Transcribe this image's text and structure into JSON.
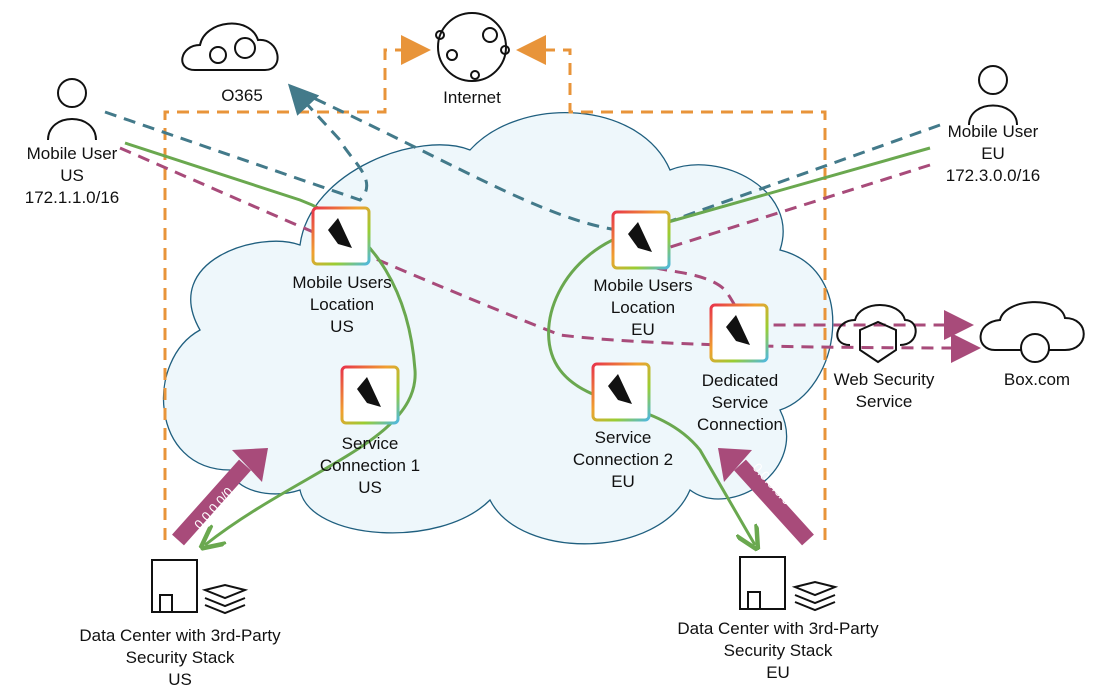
{
  "colors": {
    "internet_path": "#e8943a",
    "o365_path": "#437a8a",
    "web_path": "#a84b7a",
    "dc_path": "#6aa84f",
    "cloud_fill": "#eef7fb",
    "cloud_stroke": "#1f5f7f"
  },
  "nodes": {
    "o365": "O365",
    "internet": "Internet",
    "mobile_user_us": [
      "Mobile User",
      "US",
      "172.1.1.0/16"
    ],
    "mobile_user_eu": [
      "Mobile User",
      "EU",
      "172.3.0.0/16"
    ],
    "mu_location_us": [
      "Mobile Users",
      "Location",
      "US"
    ],
    "mu_location_eu": [
      "Mobile Users",
      "Location",
      "EU"
    ],
    "sc1_us": [
      "Service",
      "Connection 1",
      "US"
    ],
    "sc2_eu": [
      "Service",
      "Connection 2",
      "EU"
    ],
    "dedicated_sc": [
      "Dedicated",
      "Service",
      "Connection"
    ],
    "web_security": [
      "Web Security",
      "Service"
    ],
    "box": "Box.com",
    "dc_us": [
      "Data Center with 3rd-Party",
      "Security Stack",
      "US"
    ],
    "dc_eu": [
      "Data Center with 3rd-Party",
      "Security Stack",
      "EU"
    ]
  },
  "route_labels": {
    "us": "0.0.0.0/0",
    "eu": "0.0.0.0/0"
  }
}
